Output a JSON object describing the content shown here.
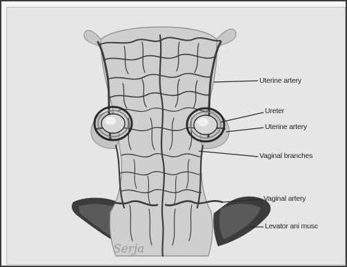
{
  "labels": {
    "uterine_artery_top": "Uterine artery",
    "ureter": "Ureter",
    "uterine_artery_side": "Uterine artery",
    "vaginal_branches": "Vaginal branches",
    "vaginal_artery": "Vaginal artery",
    "levator_ani": "Levator ani musc"
  },
  "signature": "Serja",
  "colors": {
    "background": "#e6e6e6",
    "tissue": "#cfcfcf",
    "vessel": "#3d3d3d",
    "muscle": "#3a3a3a"
  }
}
